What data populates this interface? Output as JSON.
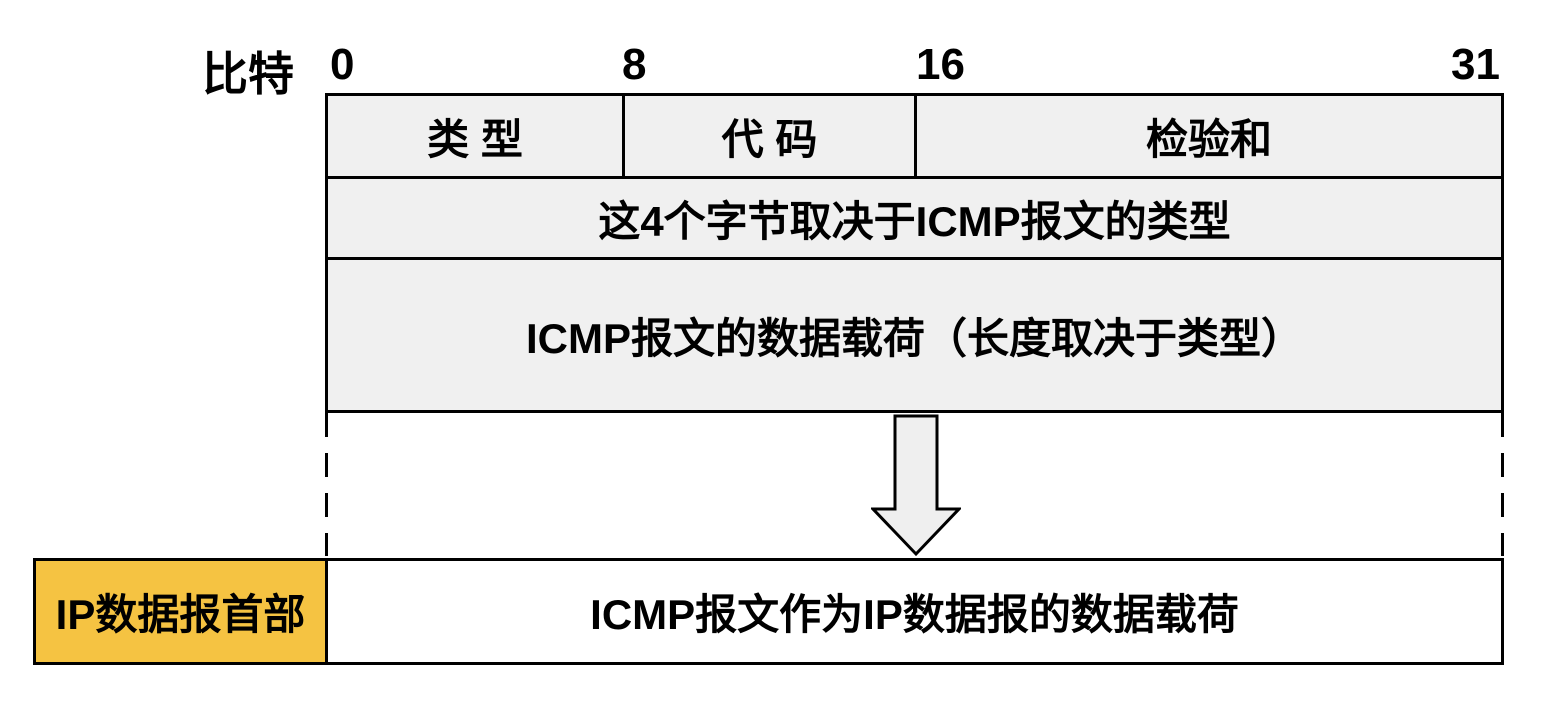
{
  "bit_scale": {
    "unit_label": "比特",
    "ticks": [
      "0",
      "8",
      "16",
      "31"
    ]
  },
  "icmp_message": {
    "fields": [
      {
        "label": "类 型",
        "bits": "0-8"
      },
      {
        "label": "代 码",
        "bits": "8-16"
      },
      {
        "label": "检验和",
        "bits": "16-31"
      }
    ],
    "row2_label": "这4个字节取决于ICMP报文的类型",
    "row3_label": "ICMP报文的数据载荷（长度取决于类型）"
  },
  "ip_encapsulation": {
    "header_label": "IP数据报首部",
    "payload_label": "ICMP报文作为IP数据报的数据载荷"
  },
  "icons": {
    "down_arrow": "down-arrow-icon"
  },
  "colors": {
    "field_fill": "#f0f0f0",
    "ip_header_fill": "#f5c342",
    "payload_fill": "#ffffff",
    "border": "#000000",
    "arrow_fill": "#efefef"
  }
}
